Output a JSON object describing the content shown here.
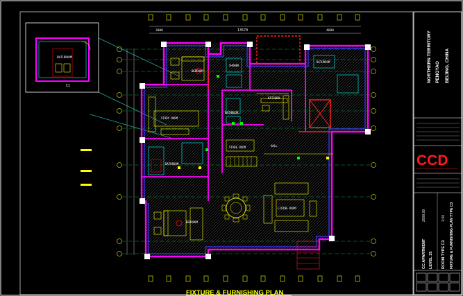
{
  "drawing": {
    "title": "FIXTURE & FURNISHING PLAN",
    "rooms": {
      "bedroom_top": "BEDROOM",
      "study": "STUDY ROOM",
      "bathroom_mid": "BATHROOM",
      "bathroom_small": "BATHROOM",
      "kitchen": "KITCHEN",
      "hall": "HALL",
      "store": "STORE ROOM",
      "living": "LIVING ROOM",
      "bedroom_bottom": "BEDROOM",
      "inset_bath": "BATHROOM",
      "right_room": "BATHROOM",
      "shower": "SHOWER"
    },
    "dimensions": {
      "top_total": "13570",
      "top_left": "3080",
      "top_right": "4680"
    }
  },
  "title_block": {
    "client": "BEIJING, CHINA",
    "project_line1": "NORTHERN TERRITORY",
    "project_line2": "PENGYAO",
    "logo": "CCD",
    "drawing_name": "CC APARTMENT",
    "level": "LEVEL 15",
    "type": "ROOM TYPE C3",
    "sheet_title": "FIXTURE & FURNISHING PLAN TYPE C3",
    "scale": "1:50",
    "date": "2008.09"
  },
  "colors": {
    "wall_magenta": "#ff00ff",
    "line_yellow": "#ffff00",
    "line_cyan": "#00ffff",
    "line_red": "#ff0000",
    "line_green": "#00ff00",
    "line_blue": "#3a3aff",
    "logo_red": "#ff1a1a"
  }
}
